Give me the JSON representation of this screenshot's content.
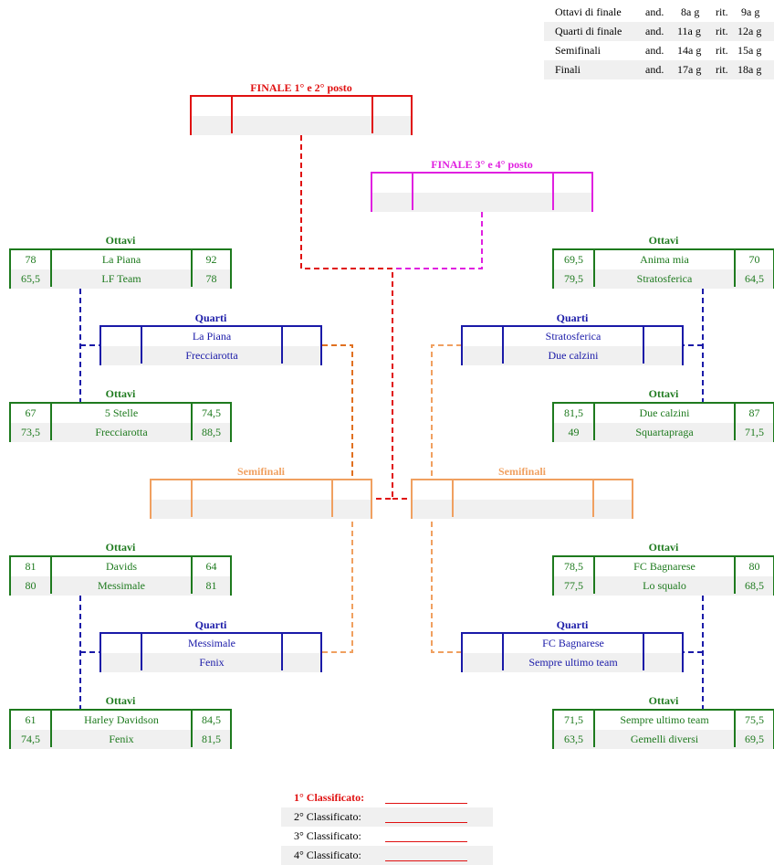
{
  "schedule": [
    {
      "phase": "Ottavi di finale",
      "and": "and.",
      "and_day": "8a g",
      "rit": "rit.",
      "rit_day": "9a g"
    },
    {
      "phase": "Quarti di finale",
      "and": "and.",
      "and_day": "11a g",
      "rit": "rit.",
      "rit_day": "12a g"
    },
    {
      "phase": "Semifinali",
      "and": "and.",
      "and_day": "14a g",
      "rit": "rit.",
      "rit_day": "15a g"
    },
    {
      "phase": "Finali",
      "and": "and.",
      "and_day": "17a g",
      "rit": "rit.",
      "rit_day": "18a g"
    }
  ],
  "finals": {
    "final12_label": "FINALE 1° e 2° posto",
    "final34_label": "FINALE 3° e 4° posto",
    "semifinal_label": "Semifinali"
  },
  "quarters_label": "Quarti",
  "octaves_label": "Ottavi",
  "octaves": [
    {
      "t1": "La Piana",
      "t2": "LF Team",
      "a1": "78",
      "a2": "65,5",
      "b1": "92",
      "b2": "78"
    },
    {
      "t1": "5 Stelle",
      "t2": "Frecciarotta",
      "a1": "67",
      "a2": "73,5",
      "b1": "74,5",
      "b2": "88,5"
    },
    {
      "t1": "Davids",
      "t2": "Messimale",
      "a1": "81",
      "a2": "80",
      "b1": "64",
      "b2": "81"
    },
    {
      "t1": "Harley Davidson",
      "t2": "Fenix",
      "a1": "61",
      "a2": "74,5",
      "b1": "84,5",
      "b2": "81,5"
    },
    {
      "t1": "Anima mia",
      "t2": "Stratosferica",
      "a1": "69,5",
      "a2": "79,5",
      "b1": "70",
      "b2": "64,5"
    },
    {
      "t1": "Due calzini",
      "t2": "Squartapraga",
      "a1": "81,5",
      "a2": "49",
      "b1": "87",
      "b2": "71,5"
    },
    {
      "t1": "FC Bagnarese",
      "t2": "Lo squalo",
      "a1": "78,5",
      "a2": "77,5",
      "b1": "80",
      "b2": "68,5"
    },
    {
      "t1": "Sempre ultimo team",
      "t2": "Gemelli diversi",
      "a1": "71,5",
      "a2": "63,5",
      "b1": "75,5",
      "b2": "69,5"
    }
  ],
  "quarters": [
    {
      "t1": "La Piana",
      "t2": "Frecciarotta"
    },
    {
      "t1": "Messimale",
      "t2": "Fenix"
    },
    {
      "t1": "Stratosferica",
      "t2": "Due calzini"
    },
    {
      "t1": "FC Bagnarese",
      "t2": "Sempre ultimo team"
    }
  ],
  "ranking": [
    {
      "label": "1° Classificato:",
      "color": "#e01010",
      "bold": true
    },
    {
      "label": "2° Classificato:",
      "color": "#000000",
      "bold": false
    },
    {
      "label": "3° Classificato:",
      "color": "#000000",
      "bold": false
    },
    {
      "label": "4° Classificato:",
      "color": "#000000",
      "bold": false
    }
  ]
}
